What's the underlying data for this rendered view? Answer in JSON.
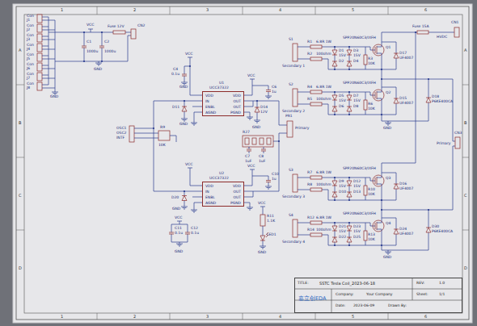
{
  "diagram": {
    "nodes": [
      {
        "text": [
          "U1",
          "UCC37322",
          "VDD",
          "IN",
          "ENBL",
          "AGND",
          "VDD",
          "OUT",
          "OUT",
          "PGND"
        ]
      },
      {
        "text": [
          "U2",
          "UCC37322",
          "VDD",
          "IN",
          "ENBL",
          "AGND",
          "VDD",
          "OUT",
          "OUT",
          "PGND"
        ]
      },
      {
        "text": [
          "TITLE:",
          "SSTC Tesla Coil_2023-06-18",
          "REV:",
          "1.0",
          "嘉立创EDA",
          "Company:",
          "Your Company",
          "Sheet:",
          "1/1",
          "Date:",
          "2023-06-09",
          "Drawn By:"
        ]
      }
    ],
    "labels": [
      "1",
      "2",
      "3",
      "4",
      "5",
      "6",
      "1",
      "2",
      "3",
      "4",
      "5",
      "6",
      "A",
      "B",
      "C",
      "D",
      "A",
      "B",
      "C",
      "D",
      "Con",
      "J1",
      "Con",
      "J2",
      "Con",
      "J3",
      "Con",
      "J4",
      "Con",
      "J5",
      "Con",
      "J6",
      "Con",
      "J7",
      "Con",
      "J8",
      "GND",
      "VCC",
      "Fuse 12V",
      "CN2",
      "C1",
      "1000u",
      "C2",
      "1000u",
      "GND",
      "VCC",
      "C4",
      "0.1u",
      "GND",
      "VCC",
      "D11",
      "D14",
      "12V",
      "C6",
      "1u",
      "GND",
      "GND",
      "OSC1",
      "OSC2",
      "INTF",
      "R9",
      "10K",
      "PR1",
      "Primary",
      "R27",
      "C7",
      "1uF",
      "C8",
      "1uF",
      "VCC",
      "D20",
      "GND",
      "VCC",
      "C10",
      "1u",
      "VCC",
      "C11",
      "0.1u",
      "C12",
      "0.1u",
      "GND",
      "VCC",
      "R11",
      "1.1K",
      "LED1",
      "GND",
      "S1",
      "Secondary 1",
      "R1",
      "6.8R 1W",
      "R2",
      "100ohm",
      "D1",
      "D2",
      "D3",
      "D4",
      "15V",
      "15V",
      "Q1",
      "SPP20N60C3/IXFH",
      "R3",
      "10K",
      "D17",
      "UF4007",
      "S2",
      "Secondary 2",
      "R4",
      "6.8R 1W",
      "R5",
      "100ohm",
      "D5",
      "D6",
      "D7",
      "D8",
      "15V",
      "15V",
      "Q2",
      "SPP20N60C3/IXFH",
      "R6",
      "10K",
      "D15",
      "UF4007",
      "S3",
      "Secondary 3",
      "R7",
      "6.8R 1W",
      "R8",
      "100ohm",
      "D9",
      "D10",
      "D12",
      "D13",
      "15V",
      "15V",
      "Q3",
      "SPP20N60C3/IXFH",
      "R10",
      "10K",
      "D16",
      "UF4007",
      "S4",
      "Secondary 4",
      "R12",
      "6.8R 1W",
      "R14",
      "100ohm",
      "D21",
      "D22",
      "D23",
      "D25",
      "15V",
      "15V",
      "Q4",
      "SPP20N60C3/IXFH",
      "R13",
      "10K",
      "D24",
      "UF4007",
      "Fuse 15A",
      "CN1",
      "HVDC",
      "D18",
      "P6KE400CA",
      "D30",
      "P6KE400CA",
      "CN3",
      "Primary",
      "GND",
      "GND"
    ]
  }
}
